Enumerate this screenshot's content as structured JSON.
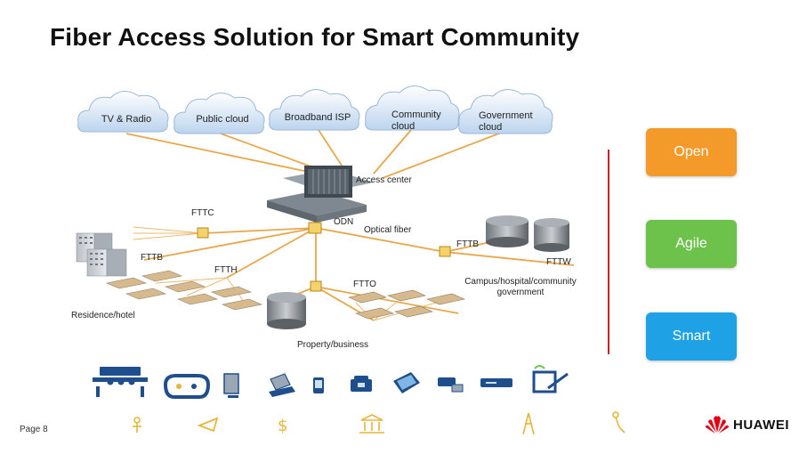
{
  "title": "Fiber Access Solution for Smart Community",
  "clouds": [
    {
      "label": "TV & Radio"
    },
    {
      "label": "Public cloud"
    },
    {
      "label": "Broadband ISP"
    },
    {
      "label": "Community\ncloud"
    },
    {
      "label": "Government\ncloud"
    }
  ],
  "labels": {
    "access_center": "Access center",
    "fttc": "FTTC",
    "odn": "ODN",
    "optical_fiber": "Optical fiber",
    "fttb_right": "FTTB",
    "fttb_left": "FTTB",
    "fttw": "FTTW",
    "ftth": "FTTH",
    "ftto": "FTTO",
    "campus": "Campus/hospital/community\ngovernment",
    "residence": "Residence/hotel",
    "property": "Property/business"
  },
  "side_buttons": [
    {
      "label": "Open",
      "color": "#f39a2b"
    },
    {
      "label": "Agile",
      "color": "#6cc24a"
    },
    {
      "label": "Smart",
      "color": "#1fa1e6"
    }
  ],
  "colors": {
    "fiber_line": "#e8a74a",
    "divider": "#c4252b",
    "icon_blue": "#1f4e8c",
    "icon_gold": "#e6b63a",
    "brand_red": "#e60012"
  },
  "footer": {
    "page": "Page 8",
    "brand": "HUAWEI"
  },
  "terminal_icons": [
    "video-conference-icon",
    "gamepad-icon",
    "monitor-icon",
    "laptop-icon",
    "pda-icon",
    "telephone-icon",
    "tablet-icon",
    "camera-icon",
    "set-top-box-icon",
    "smart-board-icon"
  ],
  "service_icons": [
    "person-icon",
    "pizza-icon",
    "dollar-icon",
    "bank-icon",
    "tower-icon",
    "robot-icon"
  ]
}
